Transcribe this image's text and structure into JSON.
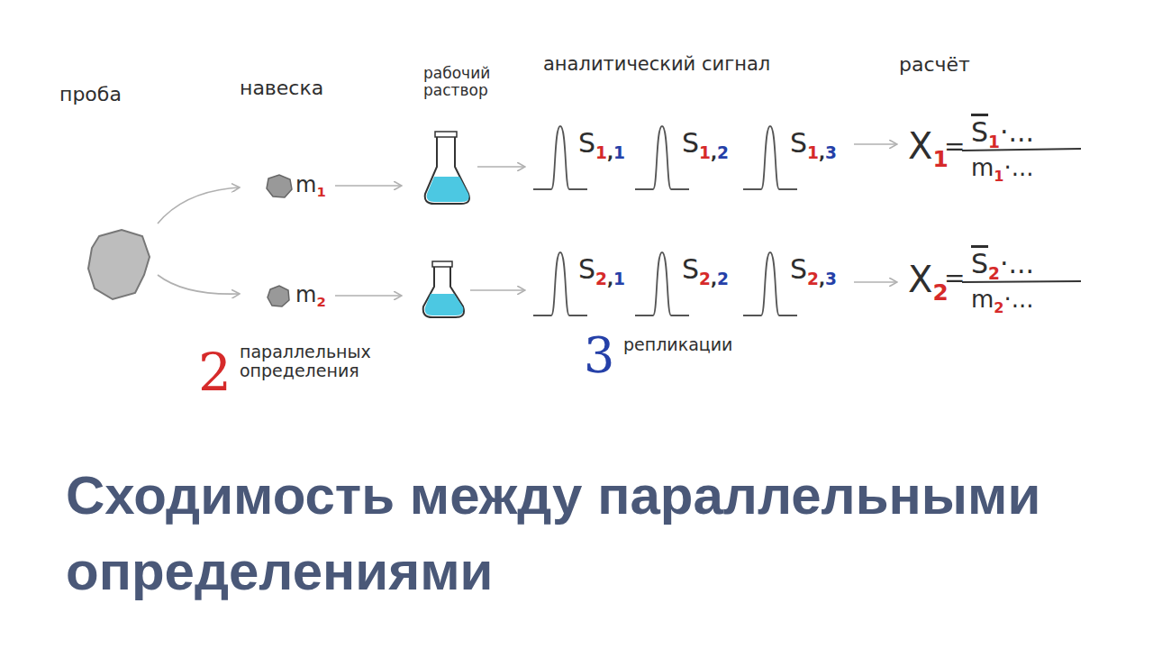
{
  "diagram": {
    "title": "Сходимость между параллельными определениями",
    "labels": [
      "проба",
      "навеска",
      "рабочий раствор",
      "аналитический сигнал",
      "расчёт",
      "m1",
      "m2",
      "S1,1",
      "S1,2",
      "S1,3",
      "S2,1",
      "S2,2",
      "S2,3",
      "X1",
      "=",
      "S1·...",
      "m1·...",
      "X2",
      "=",
      "S2·...",
      "m2·...",
      "2",
      "параллельных определения",
      "3",
      "репликации"
    ]
  }
}
